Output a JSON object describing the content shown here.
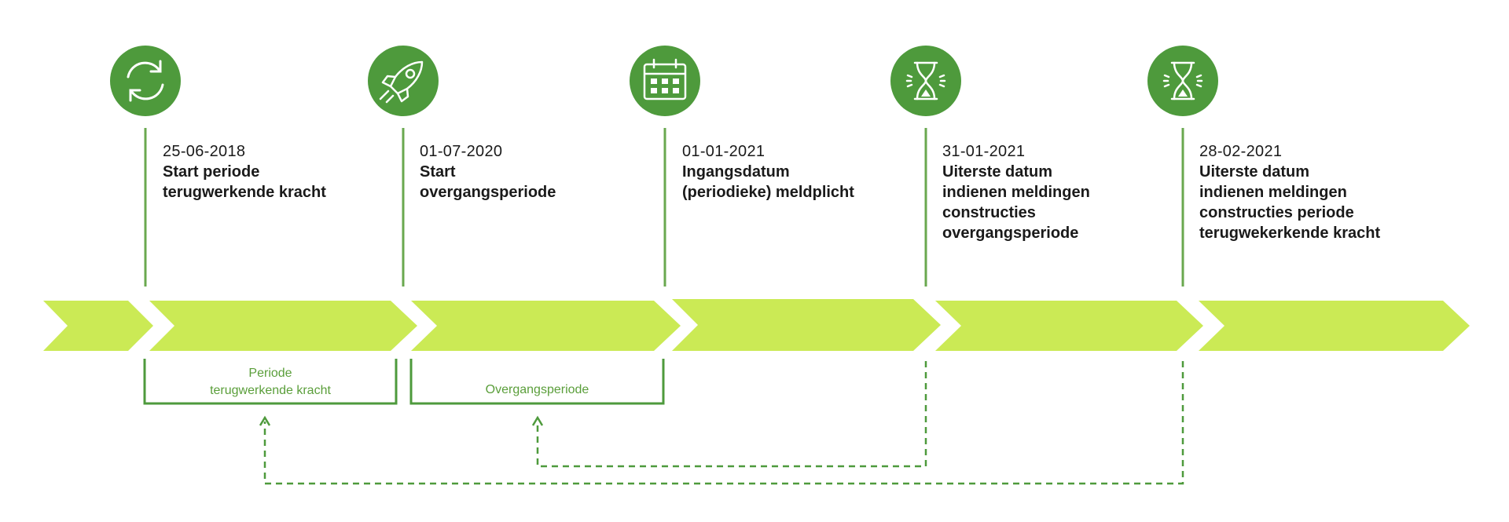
{
  "colors": {
    "icon_circle": "#4e9a3c",
    "connector_line": "#6aa84f",
    "arrow_fill": "#cbea55",
    "period_label": "#5a9e3a",
    "text": "#1a1a1a"
  },
  "milestones": [
    {
      "date": "25-06-2018",
      "title": "Start periode\nterugwerkende kracht",
      "icon": "refresh-icon"
    },
    {
      "date": "01-07-2020",
      "title": "Start\novergangsperiode",
      "icon": "rocket-icon"
    },
    {
      "date": "01-01-2021",
      "title": "Ingangsdatum\n(periodieke) meldplicht",
      "icon": "calendar-icon"
    },
    {
      "date": "31-01-2021",
      "title": "Uiterste datum\nindienen meldingen\nconstructies\novergangsperiode",
      "icon": "hourglass-icon"
    },
    {
      "date": "28-02-2021",
      "title": "Uiterste datum\nindienen meldingen\nconstructies periode\nterugwekerkende kracht",
      "icon": "hourglass-icon"
    }
  ],
  "periods": [
    {
      "label": "Periode\nterugwerkende kracht"
    },
    {
      "label": "Overgangsperiode"
    }
  ]
}
